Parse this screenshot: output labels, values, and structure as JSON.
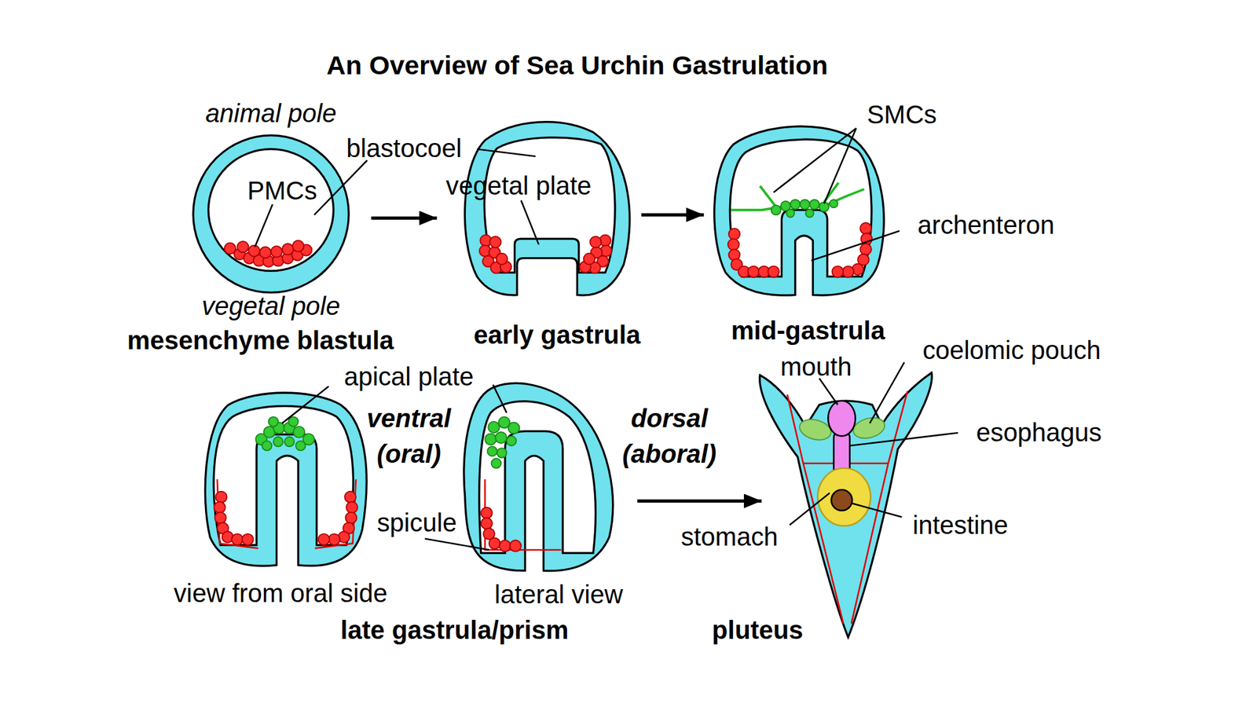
{
  "diagram": {
    "title": "An Overview of Sea Urchin Gastrulation",
    "nodes": [
      {
        "text": [
          "mesenchyme blastula"
        ]
      },
      {
        "text": [
          "early gastrula"
        ]
      },
      {
        "text": [
          "mid-gastrula"
        ]
      },
      {
        "text": [
          "late gastrula/prism"
        ]
      },
      {
        "text": [
          "view from oral side"
        ],
        "in": 3
      },
      {
        "text": [
          "lateral view"
        ],
        "in": 3
      },
      {
        "text": [
          "pluteus"
        ]
      }
    ],
    "edges": [
      {
        "from": 0,
        "to": 1,
        "arrow": "to"
      },
      {
        "from": 1,
        "to": 2,
        "arrow": "to"
      },
      {
        "from": 3,
        "to": 6,
        "arrow": "to"
      }
    ],
    "labels": [
      "animal pole",
      "blastocoel",
      "PMCs",
      "vegetal pole",
      "vegetal plate",
      "SMCs",
      "archenteron",
      "apical plate",
      "ventral (oral)",
      "dorsal (aboral)",
      "spicule",
      "coelomic pouch",
      "mouth",
      "esophagus",
      "stomach",
      "intestine"
    ]
  }
}
